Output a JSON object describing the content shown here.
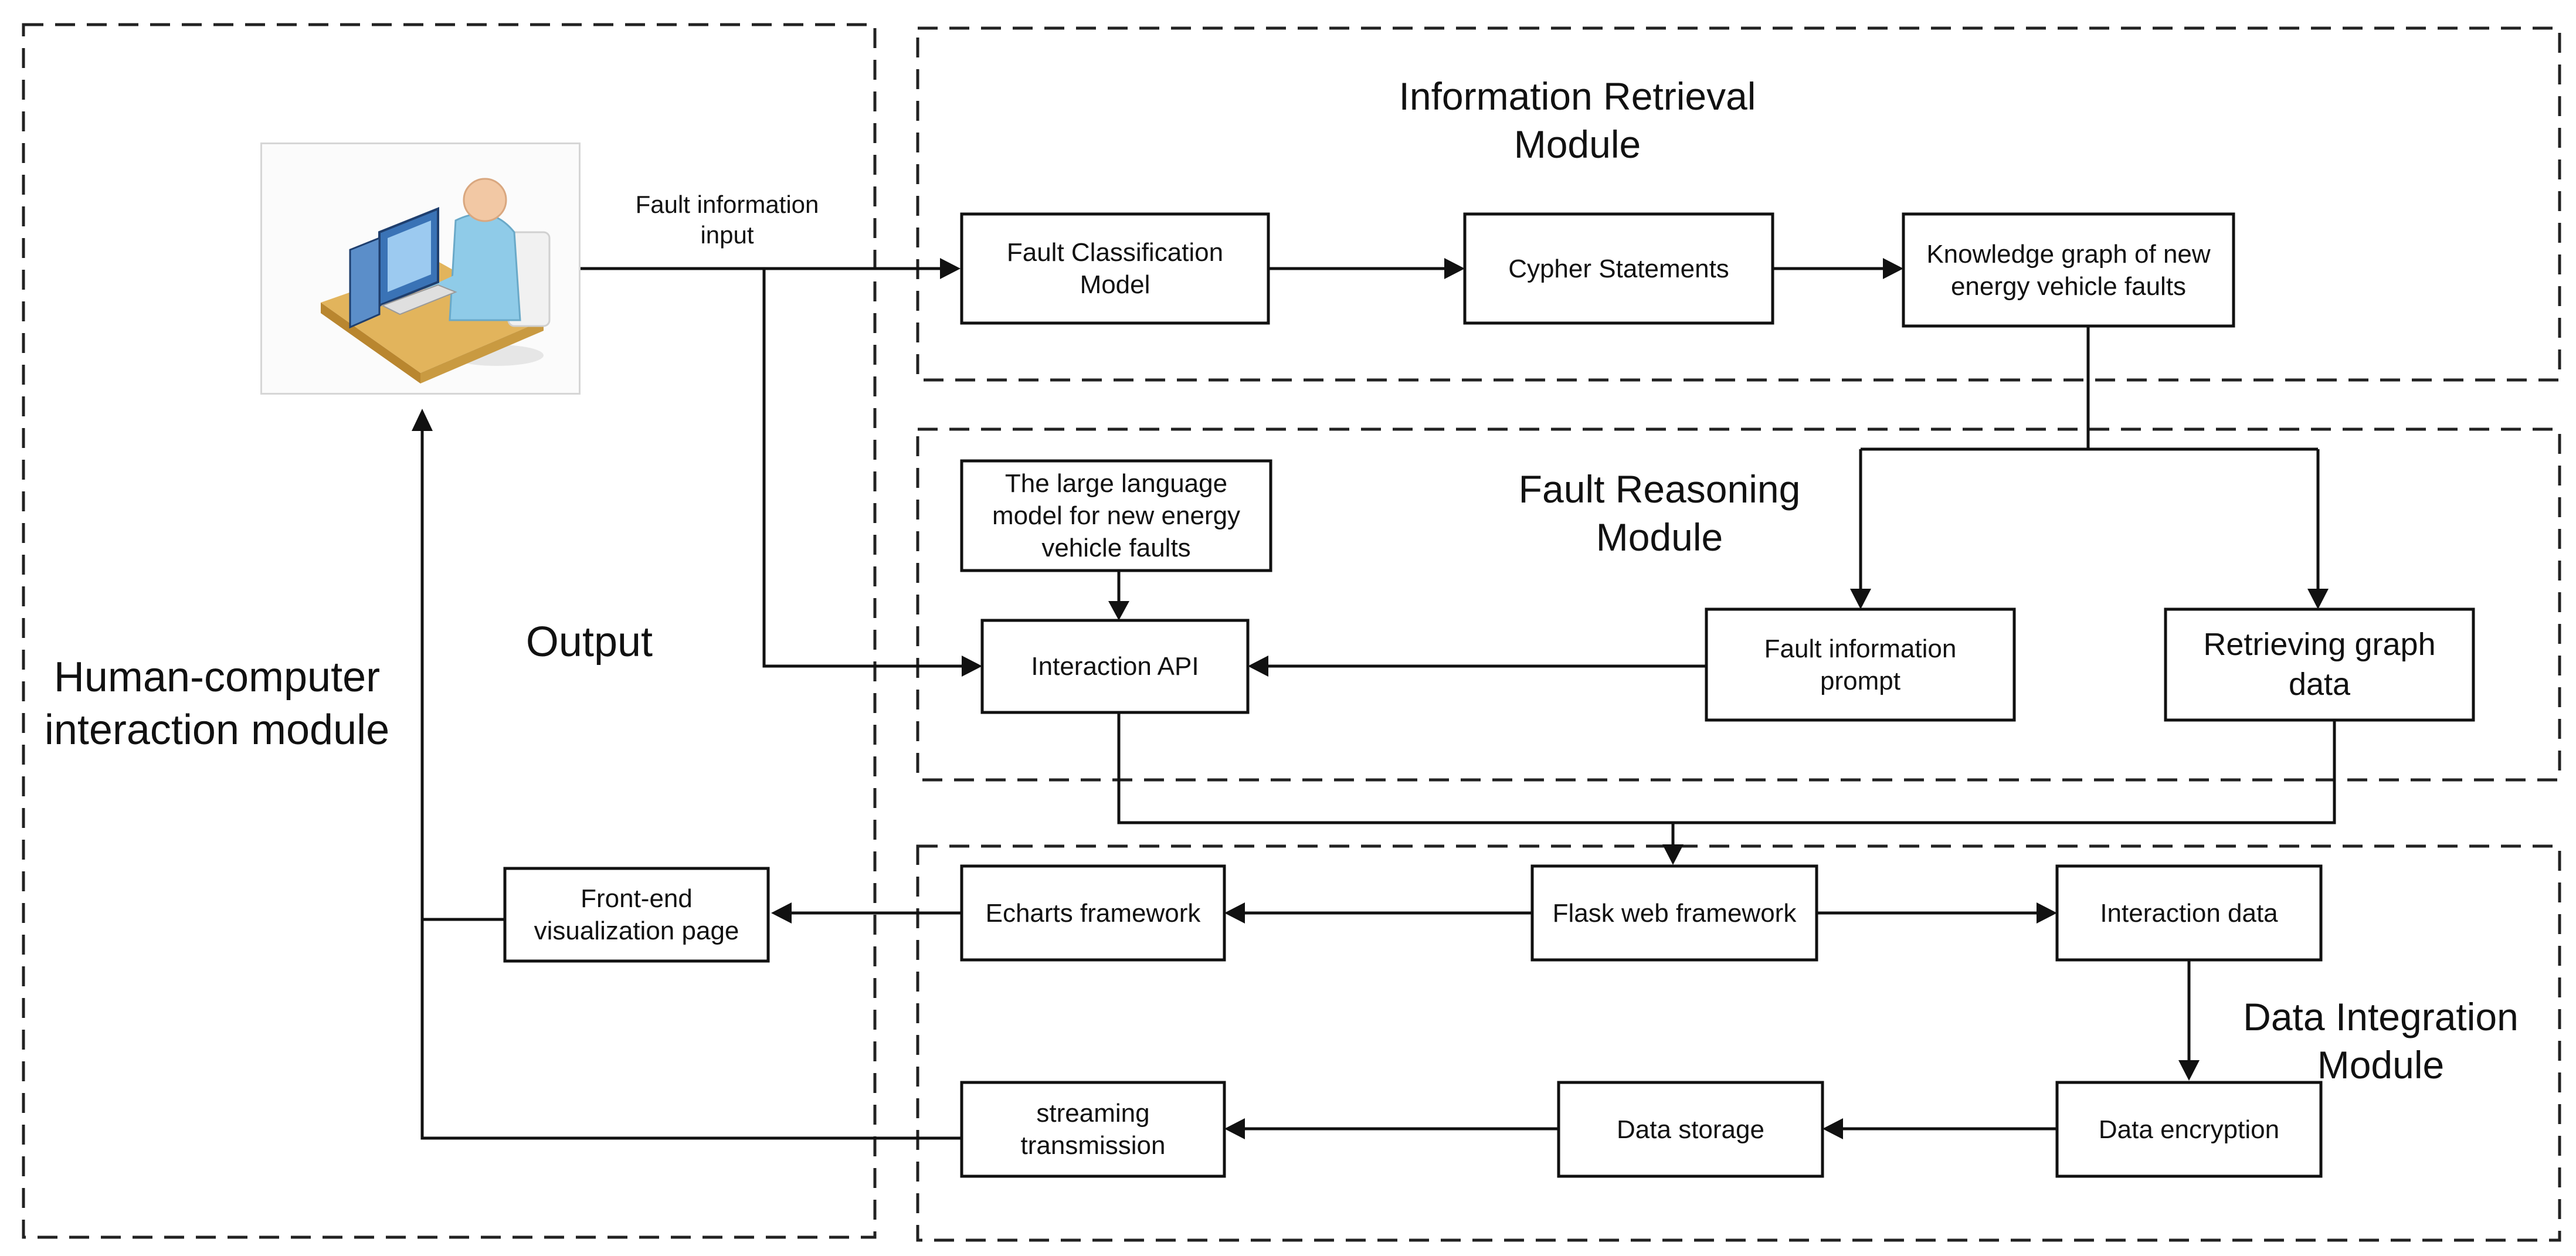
{
  "regions": {
    "hci_module": "Human-computer\ninteraction module",
    "output": "Output",
    "info_retrieval": "Information Retrieval\nModule",
    "fault_reasoning": "Fault Reasoning\nModule",
    "data_integration": "Data Integration\nModule"
  },
  "edge_labels": {
    "fault_input": "Fault information\ninput"
  },
  "boxes": {
    "fault_classification": "Fault Classification\nModel",
    "cypher": "Cypher Statements",
    "knowledge_graph": "Knowledge graph of new\nenergy vehicle faults",
    "llm": "The large language\nmodel for new energy\nvehicle faults",
    "interaction_api": "Interaction API",
    "fault_prompt": "Fault information\nprompt",
    "retrieving_graph": "Retrieving graph\ndata",
    "front_end": "Front-end\nvisualization page",
    "echarts": "Echarts framework",
    "flask": "Flask web framework",
    "interaction_data": "Interaction data",
    "streaming": "streaming\ntransmission",
    "data_storage": "Data storage",
    "data_encryption": "Data encryption"
  },
  "icons": {
    "user": "user-at-computer-icon"
  }
}
